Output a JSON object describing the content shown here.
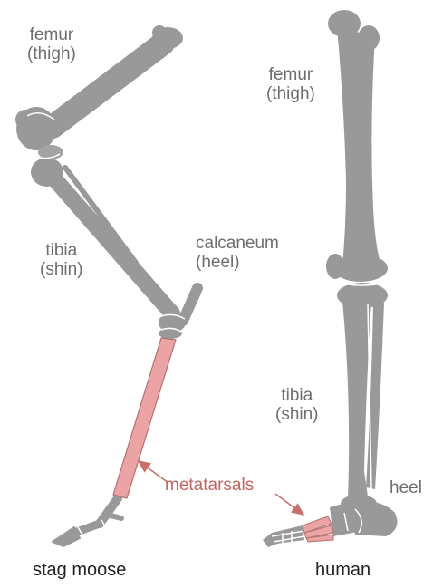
{
  "labels": {
    "moose_femur": {
      "l1": "femur",
      "l2": "(thigh)"
    },
    "moose_tibia": {
      "l1": "tibia",
      "l2": "(shin)"
    },
    "calcaneum": {
      "l1": "calcaneum",
      "l2": "(heel)"
    },
    "human_femur": {
      "l1": "femur",
      "l2": "(thigh)"
    },
    "human_tibia": {
      "l1": "tibia",
      "l2": "(shin)"
    },
    "heel": "heel",
    "metatarsals": "metatarsals"
  },
  "captions": {
    "moose": "stag moose",
    "human": "human"
  },
  "colors": {
    "bone": "#999999",
    "metatarsal": "#eba3a3",
    "label": "#6e6e6e",
    "highlight_label": "#c4655f",
    "arrow": "#c9706a"
  }
}
